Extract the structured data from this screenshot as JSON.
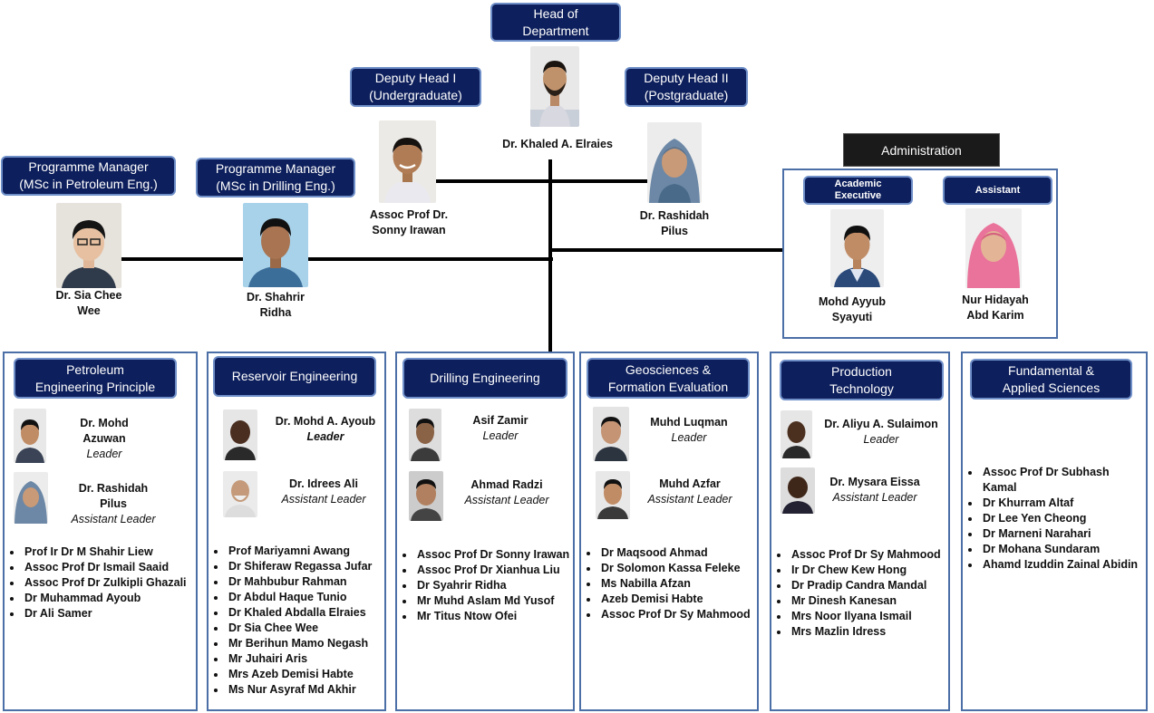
{
  "head": {
    "title": "Head of\nDepartment",
    "name": "Dr. Khaled A. Elraies"
  },
  "deputy1": {
    "title": "Deputy Head I\n(Undergraduate)",
    "name": "Assoc Prof Dr.\nSonny Irawan"
  },
  "deputy2": {
    "title": "Deputy Head II\n(Postgraduate)",
    "name": "Dr. Rashidah\nPilus"
  },
  "pm1": {
    "title": "Programme Manager\n(MSc in Petroleum Eng.)",
    "name": "Dr. Sia Chee\nWee"
  },
  "pm2": {
    "title": "Programme Manager\n(MSc in Drilling Eng.)",
    "name": "Dr. Shahrir\nRidha"
  },
  "administration": {
    "title": "Administration",
    "exec": {
      "title": "Academic\nExecutive",
      "name": "Mohd Ayyub\nSyayuti"
    },
    "assistant": {
      "title": "Assistant",
      "name": "Nur Hidayah\nAbd Karim"
    }
  },
  "groups": [
    {
      "title": "Petroleum\nEngineering Principle",
      "leader": {
        "name": "Dr. Mohd\nAzuwan",
        "role": "Leader"
      },
      "assistant": {
        "name": "Dr. Rashidah\nPilus",
        "role": "Assistant Leader"
      },
      "members": [
        "Prof Ir Dr M Shahir Liew",
        "Assoc Prof Dr Ismail Saaid",
        "Assoc Prof Dr Zulkipli Ghazali",
        "Dr Muhammad Ayoub",
        "Dr Ali Samer"
      ]
    },
    {
      "title": "Reservoir Engineering",
      "leader": {
        "name": "Dr. Mohd A. Ayoub",
        "role": "Leader"
      },
      "assistant": {
        "name": "Dr. Idrees Ali",
        "role": "Assistant Leader"
      },
      "members": [
        "Prof Mariyamni Awang",
        "Dr Shiferaw Regassa Jufar",
        "Dr Mahbubur Rahman",
        "Dr Abdul Haque Tunio",
        "Dr Khaled Abdalla Elraies",
        "Dr Sia Chee Wee",
        "Mr Berihun Mamo Negash",
        "Mr Juhairi Aris",
        "Mrs Azeb Demisi Habte",
        "Ms Nur Asyraf Md Akhir"
      ]
    },
    {
      "title": "Drilling Engineering",
      "leader": {
        "name": "Asif Zamir",
        "role": "Leader"
      },
      "assistant": {
        "name": "Ahmad Radzi",
        "role": "Assistant Leader"
      },
      "members": [
        "Assoc Prof Dr Sonny Irawan",
        "Assoc Prof Dr Xianhua Liu",
        "Dr Syahrir Ridha",
        "Mr Muhd Aslam Md Yusof",
        "Mr Titus Ntow Ofei"
      ]
    },
    {
      "title": "Geosciences &\nFormation Evaluation",
      "leader": {
        "name": "Muhd Luqman",
        "role": "Leader"
      },
      "assistant": {
        "name": "Muhd Azfar",
        "role": "Assistant Leader"
      },
      "members": [
        "Dr Maqsood Ahmad",
        "Dr Solomon Kassa Feleke",
        "Ms Nabilla Afzan",
        "Azeb Demisi Habte",
        "Assoc Prof Dr Sy Mahmood"
      ]
    },
    {
      "title": "Production\nTechnology",
      "leader": {
        "name": "Dr. Aliyu A. Sulaimon",
        "role": "Leader"
      },
      "assistant": {
        "name": "Dr. Mysara Eissa",
        "role": "Assistant Leader"
      },
      "members": [
        "Assoc Prof Dr Sy Mahmood",
        "Ir Dr Chew Kew Hong",
        "Dr Pradip Candra Mandal",
        "Mr Dinesh Kanesan",
        "Mrs Noor Ilyana Ismail",
        "Mrs Mazlin Idress"
      ]
    },
    {
      "title": "Fundamental &\nApplied Sciences",
      "members": [
        "Assoc Prof Dr Subhash Kamal",
        "Dr Khurram Altaf",
        "Dr Lee Yen Cheong",
        "Dr Marneni Narahari",
        "Dr Mohana Sundaram",
        "Ahamd Izuddin Zainal Abidin"
      ]
    }
  ]
}
